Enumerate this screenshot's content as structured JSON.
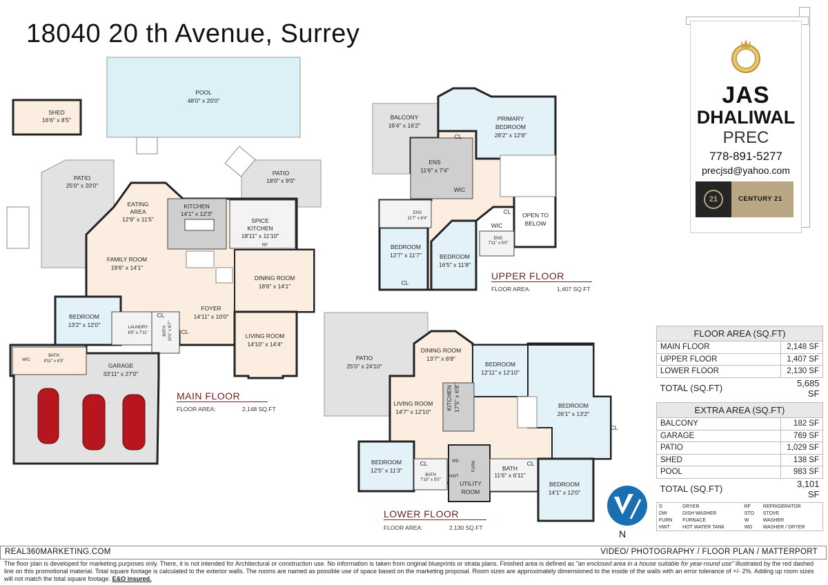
{
  "title": "18040 20 th Avenue, Surrey",
  "rooms_main": {
    "shed": [
      "SHED",
      "16'6\" x 8'5\""
    ],
    "pool": [
      "POOL",
      "48'0\" x 20'0\""
    ],
    "patio_w": [
      "PATIO",
      "25'0\" x 20'0\""
    ],
    "patio_e": [
      "PATIO",
      "18'0\" x 9'0\""
    ],
    "eating": [
      "EATING",
      "AREA",
      "12'9\" x 11'5\""
    ],
    "kitchen": [
      "KITCHEN",
      "14'1\" x 12'3\""
    ],
    "spice": [
      "SPICE",
      "KITCHEN",
      "18'11\" x 11'10\""
    ],
    "family": [
      "FAMILY ROOM",
      "19'6\" x 14'1\""
    ],
    "dining": [
      "DINING ROOM",
      "18'6\" x 14'1\""
    ],
    "foyer": [
      "FOYER",
      "14'11\" x 10'0\""
    ],
    "living": [
      "LIVING ROOM",
      "14'10\" x 14'4\""
    ],
    "bedroom": [
      "BEDROOM",
      "13'2\" x 12'0\""
    ],
    "laundry": [
      "LAUNDRY",
      "8'5\" x 7'11\""
    ],
    "bath_a": [
      "BATH",
      "10'1\" x 6'7\""
    ],
    "bath_b": [
      "BATH",
      "9'11\" x 6'3\""
    ],
    "wic": "WIC",
    "garage": [
      "GARAGE",
      "33'11\" x 27'0\""
    ],
    "cl": "CL",
    "rf": "RF"
  },
  "rooms_upper": {
    "balcony": [
      "BALCONY",
      "16'4\" x 16'2\""
    ],
    "primary": [
      "PRIMARY",
      "BEDROOM",
      "28'2\" x 12'8\""
    ],
    "ens1": [
      "ENS",
      "11'6\" x 7'4\""
    ],
    "wic": "WIC",
    "cl": "CL",
    "ens2": [
      "ENS",
      "11'7\" x 6'4\""
    ],
    "ens3": [
      "ENS",
      "7'11\" x 5'0\""
    ],
    "open": [
      "OPEN TO",
      "BELOW"
    ],
    "bed1": [
      "BEDROOM",
      "12'7\" x 11'7\""
    ],
    "bed2": [
      "BEDROOM",
      "16'5\" x 11'8\""
    ]
  },
  "rooms_lower": {
    "patio": [
      "PATIO",
      "25'0\" x 24'10\""
    ],
    "dining": [
      "DINING ROOM",
      "13'7\" x 8'8\""
    ],
    "bed1": [
      "BEDROOM",
      "12'11\" x 12'10\""
    ],
    "living": [
      "LIVING ROOM",
      "14'7\" x 12'10\""
    ],
    "kitchen": [
      "KITCHEN",
      "17'5\" x 6'8\""
    ],
    "bed2": [
      "BEDROOM",
      "26'1\" x 13'2\""
    ],
    "bed3": [
      "BEDROOM",
      "12'5\" x 11'3\""
    ],
    "bath_s": [
      "BATH",
      "7'10\" x 5'0\""
    ],
    "utility": [
      "UTILITY",
      "ROOM"
    ],
    "bath": [
      "BATH",
      "11'6\" x 6'11\""
    ],
    "bed4": [
      "BEDROOM",
      "14'1\" x 12'0\""
    ],
    "cl": "CL",
    "furn": "FURN",
    "hwt": "HWT",
    "wd": "WD"
  },
  "floors": {
    "main": {
      "label": "MAIN FLOOR",
      "area_label": "FLOOR AREA:",
      "area": "2,148 SQ.FT"
    },
    "upper": {
      "label": "UPPER FLOOR",
      "area_label": "FLOOR AREA:",
      "area": "1,407 SQ.FT"
    },
    "lower": {
      "label": "LOWER FLOOR",
      "area_label": "FLOOR AREA:",
      "area": "2,130 SQ.FT"
    }
  },
  "agent": {
    "name1": "JAS",
    "name2": "DHALIWAL",
    "title": "PREC",
    "phone": "778-891-5277",
    "email": "precjsd@yahoo.com",
    "brokerage": "CENTURY 21",
    "brokerage_logo": "21"
  },
  "floor_area": {
    "heading": "FLOOR AREA (SQ.FT)",
    "rows": [
      {
        "label": "MAIN FLOOR",
        "value": "2,148 SF"
      },
      {
        "label": "UPPER FLOOR",
        "value": "1,407 SF"
      },
      {
        "label": "LOWER FLOOR",
        "value": "2,130 SF"
      }
    ],
    "total_label": "TOTAL (SQ.FT)",
    "total": "5,685 SF"
  },
  "extra_area": {
    "heading": "EXTRA AREA (SQ.FT)",
    "rows": [
      {
        "label": "BALCONY",
        "value": "182 SF"
      },
      {
        "label": "GARAGE",
        "value": "769 SF"
      },
      {
        "label": "PATIO",
        "value": "1,029 SF"
      },
      {
        "label": "SHED",
        "value": "138 SF"
      },
      {
        "label": "POOL",
        "value": "983 SF"
      }
    ],
    "total_label": "TOTAL (SQ.FT)",
    "total": "3,101 SF"
  },
  "legend": [
    [
      "D",
      "DRYER",
      "RF",
      "REFRIGERATOR"
    ],
    [
      "DW",
      "DISH WASHER",
      "STO",
      "STOVE"
    ],
    [
      "FURN",
      "FURNACE",
      "W",
      "WASHER"
    ],
    [
      "HWT",
      "HOT WATER TANK",
      "WD",
      "WASHER / DRYER"
    ]
  ],
  "compass_label": "N",
  "footer": {
    "site": "REAL360MARKETING.COM",
    "services": "VIDEO/ PHOTOGRAPHY / FLOOR PLAN / MATTERPORT",
    "disclaimer_1": "The floor plan is developed for marketing purposes only. There, it is not intended for Architectural or construction use. No information is  taken from original blueprints or strata plans. Finished area is defined as  ",
    "disclaimer_quote": "\"an enclosed area in a house suitable for year-round use\"",
    "disclaimer_2": " illustrated by the red dashed line on this promotional material. Total square footage is calculated to the exterior walls. The rooms are named as possible use of space based on the marketing proposal. Room sizes are approximately dimensioned to the inside of the walls with an error tolerance of +/- 2%. Adding up room sizes will not match the total square footage. ",
    "insured": "E&O insured."
  },
  "colors": {
    "interior": "#fbeee0",
    "kitchen": "#cfcfcf",
    "bedroom": "#e3f2f8",
    "outdoor": "#e2e2e2",
    "pool": "#dcf1f7",
    "floor_label": "#6b1d1d",
    "car": "#b8161e"
  }
}
